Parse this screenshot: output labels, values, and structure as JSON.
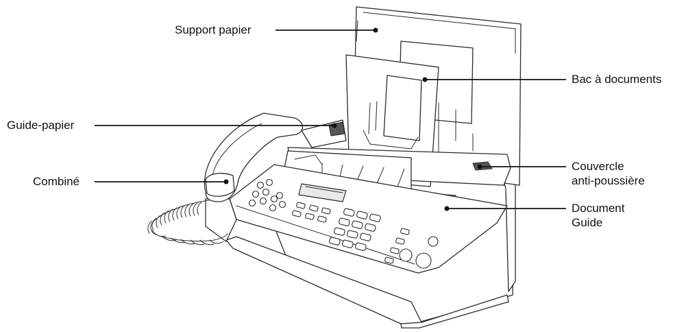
{
  "labels": {
    "support_papier": "Support papier",
    "bac_documents": "Bac à documents",
    "guide_papier": "Guide-papier",
    "combine": "Combiné",
    "couvercle_line1": "Couvercle",
    "couvercle_line2": "anti-poussière",
    "document_guide_line1": "Document",
    "document_guide_line2": "Guide"
  }
}
